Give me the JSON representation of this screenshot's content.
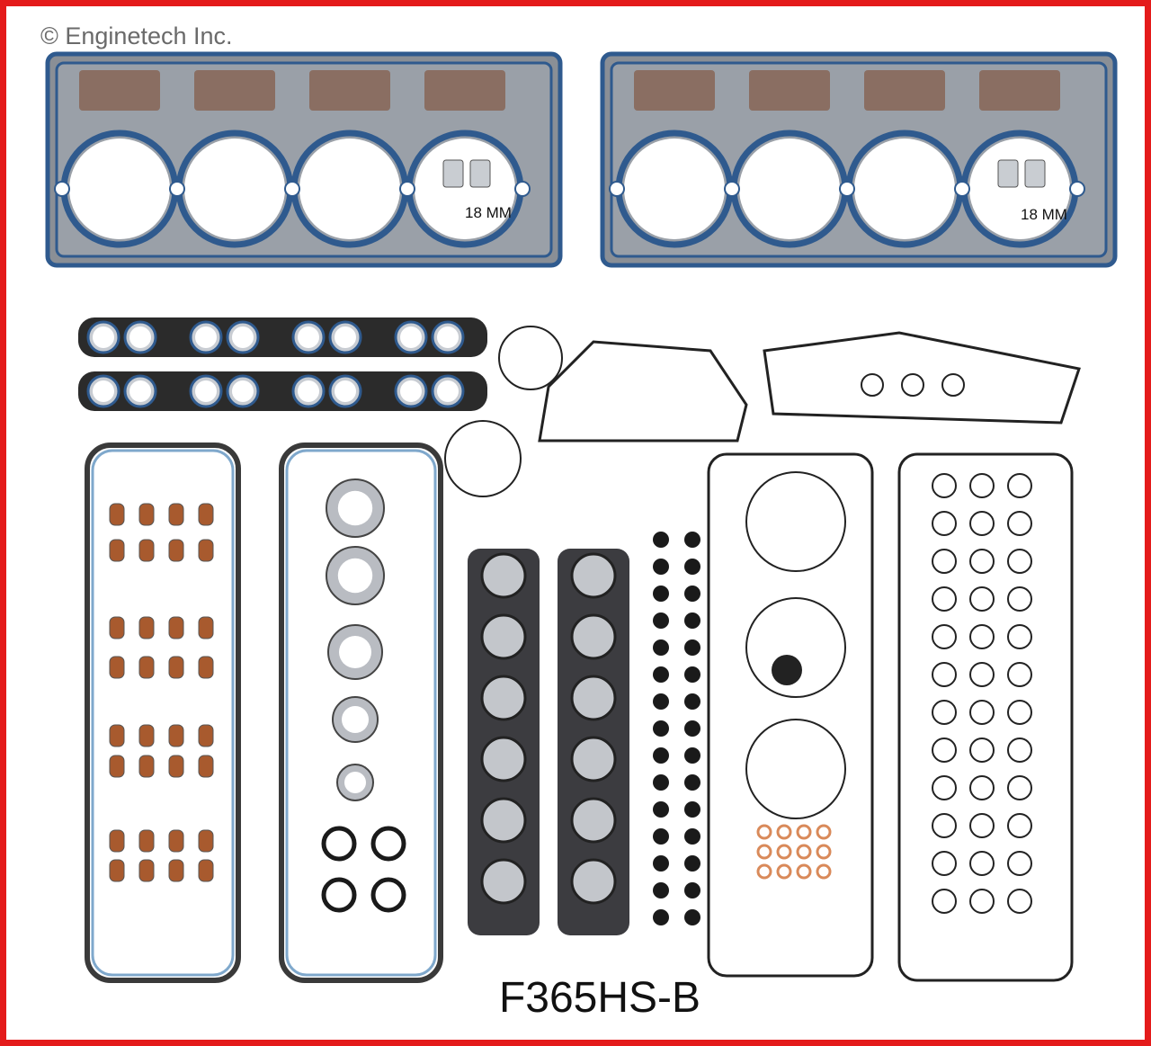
{
  "copyright": "© Enginetech Inc.",
  "part_number": "F365HS-B",
  "head_gaskets": [
    {
      "dowel_label": "18 MM"
    },
    {
      "dowel_label": "18 MM"
    }
  ],
  "colors": {
    "frame_border": "#e41b1b",
    "gasket_blue": "#2f5a8e",
    "gasket_steel": "#8a8f96",
    "gasket_brown": "#8a6e62",
    "seal_orange": "#a85a2e",
    "seal_black": "#1a1a1a",
    "copper_washer": "#d98a5a"
  }
}
